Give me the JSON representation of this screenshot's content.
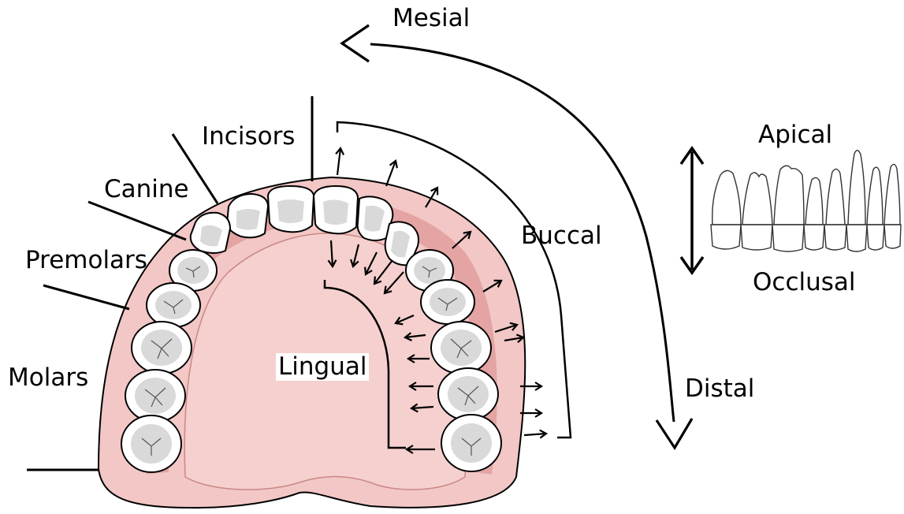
{
  "labels": {
    "mesial": "Mesial",
    "incisors": "Incisors",
    "canine": "Canine",
    "premolars": "Premolars",
    "molars": "Molars",
    "lingual": "Lingual",
    "buccal": "Buccal",
    "distal": "Distal",
    "apical": "Apical",
    "occlusal": "Occlusal"
  },
  "colors": {
    "gum": "#f2c7c5",
    "gum_dark": "#e3a4a3",
    "palate": "#f5d0ce",
    "tooth": "#ffffff",
    "tooth_shade": "#d9d9d9",
    "line": "#000000"
  }
}
